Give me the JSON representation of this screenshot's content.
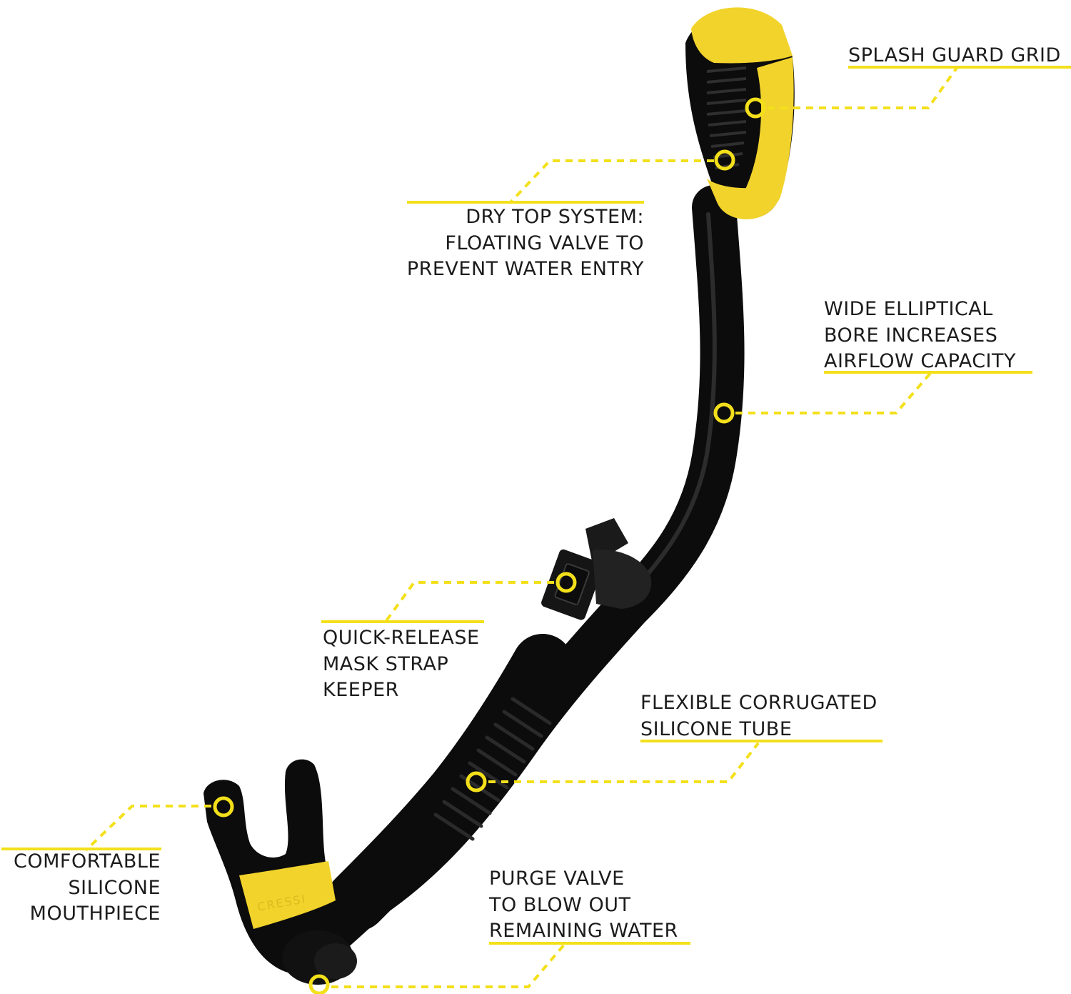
{
  "colors": {
    "accent": "#f3e01b",
    "snorkel_body": "#0c0c0c",
    "snorkel_highlight": "#3a3a3a",
    "snorkel_yellow": "#f2d32b",
    "label_text": "#1c1c1c",
    "background": "#ffffff"
  },
  "callouts": [
    {
      "id": "splash-guard-grid",
      "lines": [
        "SPLASH GUARD GRID"
      ]
    },
    {
      "id": "dry-top-system",
      "lines": [
        "DRY TOP SYSTEM:",
        "FLOATING VALVE TO",
        "PREVENT WATER ENTRY"
      ]
    },
    {
      "id": "wide-elliptical-bore",
      "lines": [
        "WIDE ELLIPTICAL",
        "BORE INCREASES",
        "AIRFLOW CAPACITY"
      ]
    },
    {
      "id": "quick-release-keeper",
      "lines": [
        "QUICK-RELEASE",
        "MASK STRAP",
        "KEEPER"
      ]
    },
    {
      "id": "flexible-silicone-tube",
      "lines": [
        "FLEXIBLE CORRUGATED",
        "SILICONE TUBE"
      ]
    },
    {
      "id": "silicone-mouthpiece",
      "lines": [
        "COMFORTABLE",
        "SILICONE",
        "MOUTHPIECE"
      ]
    },
    {
      "id": "purge-valve",
      "lines": [
        "PURGE VALVE",
        "TO BLOW OUT",
        "REMAINING WATER"
      ]
    }
  ],
  "product": {
    "brand_mark": "CRESSI",
    "icon": "snorkel-illustration"
  }
}
